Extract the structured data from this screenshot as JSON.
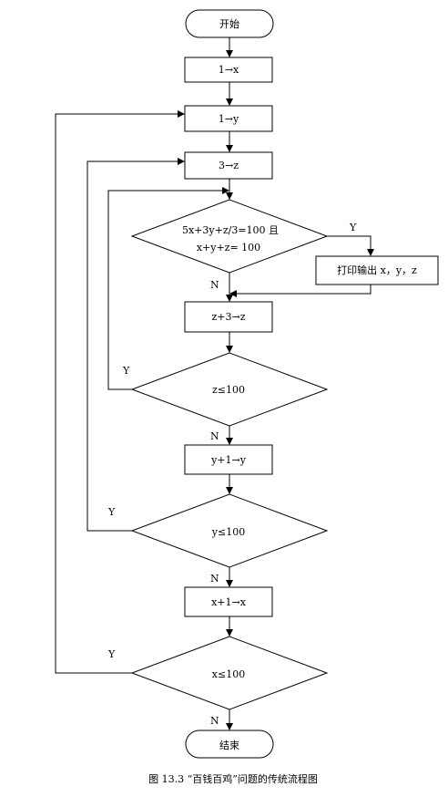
{
  "flowchart": {
    "start": "开始",
    "init_x": "1→x",
    "init_y": "1→y",
    "init_z": "3→z",
    "condition_line1": "5x+3y+z/3=100 且",
    "condition_line2": "x+y+z= 100",
    "print": "打印输出 x，y，z",
    "inc_z": "z+3→z",
    "cond_z": "z≤100",
    "inc_y": "y+1→y",
    "cond_y": "y≤100",
    "inc_x": "x+1→x",
    "cond_x": "x≤100",
    "end": "结束",
    "label_yes": "Y",
    "label_no": "N"
  },
  "caption": "图 13.3 “百钱百鸡”问题的传统流程图"
}
